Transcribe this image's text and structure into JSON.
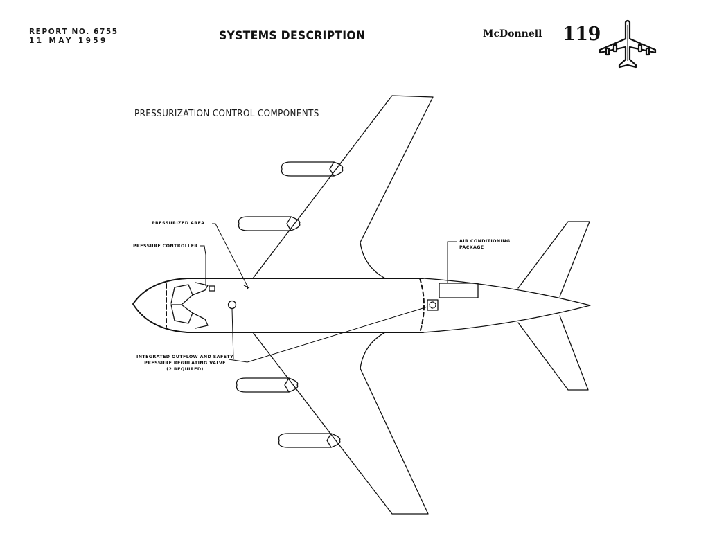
{
  "header": {
    "report_number": "REPORT NO. 6755",
    "report_date": "11 MAY 1959",
    "title": "SYSTEMS DESCRIPTION",
    "brand": "McDonnell",
    "model": "119",
    "logo_icon": "aircraft-icon"
  },
  "diagram": {
    "title": "PRESSURIZATION CONTROL COMPONENTS",
    "callouts": {
      "pressurized_area": "PRESSURIZED AREA",
      "pressure_controller": "PRESSURE CONTROLLER",
      "air_conditioning_line1": "AIR CONDITIONING",
      "air_conditioning_line2": "PACKAGE",
      "valve_line1": "INTEGRATED OUTFLOW AND SAFETY",
      "valve_line2": "PRESSURE REGULATING VALVE",
      "valve_line3": "(2 REQUIRED)"
    }
  },
  "colors": {
    "ink": "#111111",
    "paper": "#ffffff"
  }
}
